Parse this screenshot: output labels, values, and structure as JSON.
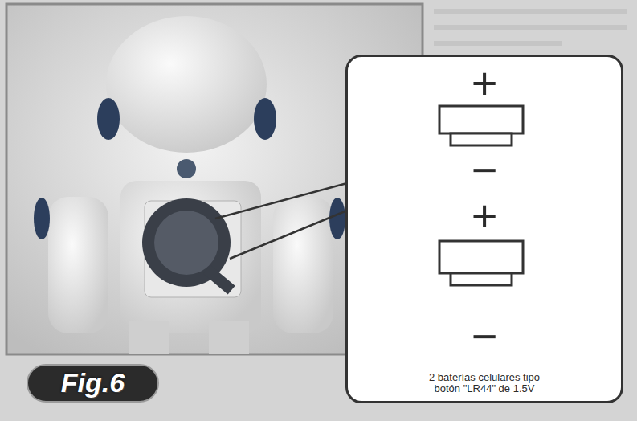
{
  "diagram": {
    "nodes": [
      {
        "text": [
          "+",
          "−",
          "+",
          "−",
          "2 baterías celulares tipo botón \"LR44\" de 1.5V"
        ]
      },
      {
        "text": [
          "Fig.6"
        ]
      }
    ]
  }
}
